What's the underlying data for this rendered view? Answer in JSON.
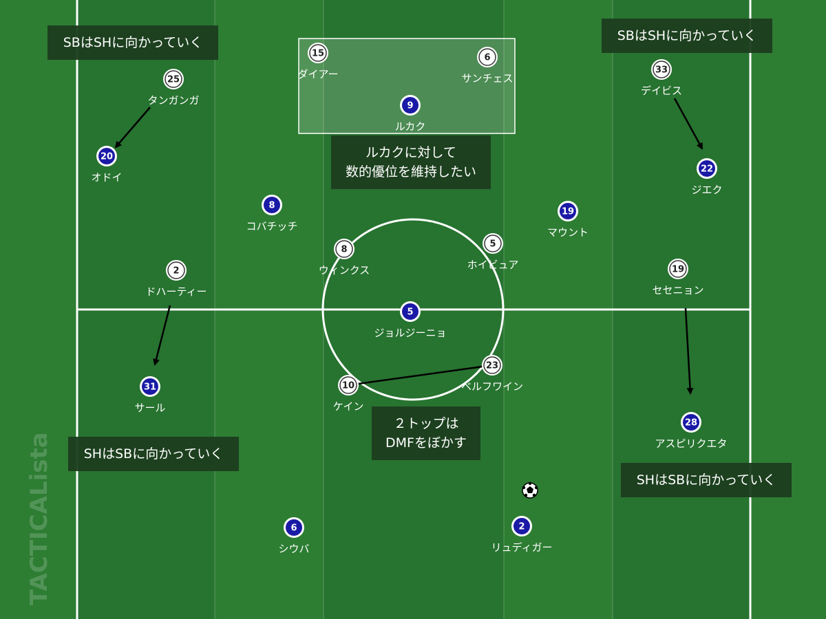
{
  "colors": {
    "pitch_stripe_a": "#2d7d33",
    "pitch_stripe_b": "#277330",
    "line": "#ffffff",
    "home_fill": "#1a1aa6",
    "away_fill": "#ffffff",
    "note_bg": "#1c3d1f",
    "arrow": "#000000"
  },
  "watermark": "TACTICALista",
  "notes": [
    {
      "id": "sb-to-sh-left",
      "lines": [
        "SBはSHに向かっていく"
      ]
    },
    {
      "id": "sb-to-sh-right",
      "lines": [
        "SBはSHに向かっていく"
      ]
    },
    {
      "id": "lukaku-overload",
      "lines": [
        "ルカクに対して",
        "数的優位を維持したい"
      ]
    },
    {
      "id": "two-top-screen",
      "lines": [
        "２トップは",
        "DMFをぼかす"
      ]
    },
    {
      "id": "sh-to-sb-left",
      "lines": [
        "SHはSBに向かっていく"
      ]
    },
    {
      "id": "sh-to-sb-right",
      "lines": [
        "SHはSBに向かっていく"
      ]
    }
  ],
  "players": [
    {
      "id": "dier",
      "team": "away",
      "number": "15",
      "name": "ダイアー"
    },
    {
      "id": "sanchez",
      "team": "away",
      "number": "6",
      "name": "サンチェス"
    },
    {
      "id": "lukaku",
      "team": "home",
      "number": "9",
      "name": "ルカク"
    },
    {
      "id": "tanganga",
      "team": "away",
      "number": "25",
      "name": "タンガンガ"
    },
    {
      "id": "odoi",
      "team": "home",
      "number": "20",
      "name": "オドイ"
    },
    {
      "id": "davies",
      "team": "away",
      "number": "33",
      "name": "デイビス"
    },
    {
      "id": "ziyech",
      "team": "home",
      "number": "22",
      "name": "ジエク"
    },
    {
      "id": "kovacic",
      "team": "home",
      "number": "8",
      "name": "コバチッチ"
    },
    {
      "id": "mount",
      "team": "home",
      "number": "19",
      "name": "マウント"
    },
    {
      "id": "winks",
      "team": "away",
      "number": "8",
      "name": "ウィンクス"
    },
    {
      "id": "hojbjerg",
      "team": "away",
      "number": "5",
      "name": "ホイビュア"
    },
    {
      "id": "doherty",
      "team": "away",
      "number": "2",
      "name": "ドハーティー"
    },
    {
      "id": "sessegnon",
      "team": "away",
      "number": "19",
      "name": "セセニョン"
    },
    {
      "id": "jorginho",
      "team": "home",
      "number": "5",
      "name": "ジョルジーニョ"
    },
    {
      "id": "bergwijn",
      "team": "away",
      "number": "23",
      "name": "ベルフワイン"
    },
    {
      "id": "kane",
      "team": "away",
      "number": "10",
      "name": "ケイン"
    },
    {
      "id": "alonso",
      "team": "home",
      "number": "31",
      "name": "サール"
    },
    {
      "id": "azpilicueta",
      "team": "home",
      "number": "28",
      "name": "アスピリクエタ"
    },
    {
      "id": "silva",
      "team": "home",
      "number": "6",
      "name": "シウバ"
    },
    {
      "id": "rudiger",
      "team": "home",
      "number": "2",
      "name": "リュディガー"
    }
  ],
  "arrows": [
    {
      "id": "tanganga-to-odoi"
    },
    {
      "id": "davies-to-ziyech"
    },
    {
      "id": "doherty-to-alonso"
    },
    {
      "id": "sessegnon-to-azpilicueta"
    }
  ],
  "lines": [
    {
      "id": "kane-bergwijn-link"
    }
  ]
}
